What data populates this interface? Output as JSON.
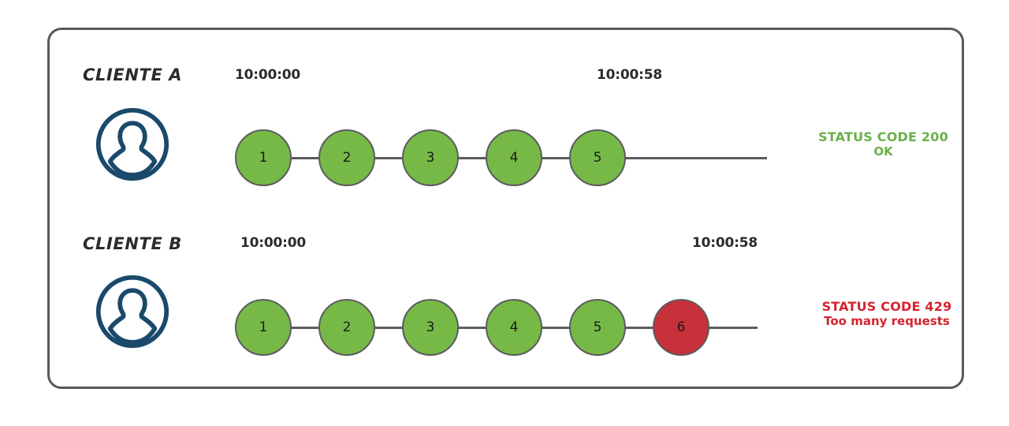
{
  "diagram": {
    "title_present": false,
    "colors": {
      "node_ok": "#76b947",
      "node_error": "#c8303a",
      "node_stroke": "#5c5c5e",
      "frame": "#59595b",
      "avatar": "#1a4a6b",
      "status_ok_text": "#6ab04c",
      "status_error_text": "#d3242f",
      "label_text": "#2b2b2b"
    },
    "rows": [
      {
        "id": "client-a",
        "label": "CLIENTE A",
        "avatar_icon": "user-avatar-icon",
        "timestamp_start": "10:00:00",
        "timestamp_end": "10:00:58",
        "nodes": [
          {
            "number": "1",
            "state": "ok"
          },
          {
            "number": "2",
            "state": "ok"
          },
          {
            "number": "3",
            "state": "ok"
          },
          {
            "number": "4",
            "state": "ok"
          },
          {
            "number": "5",
            "state": "ok"
          }
        ],
        "status": {
          "state": "ok",
          "line1": "STATUS CODE 200",
          "line2": "OK"
        }
      },
      {
        "id": "client-b",
        "label": "CLIENTE B",
        "avatar_icon": "user-avatar-icon",
        "timestamp_start": "10:00:00",
        "timestamp_end": "10:00:58",
        "nodes": [
          {
            "number": "1",
            "state": "ok"
          },
          {
            "number": "2",
            "state": "ok"
          },
          {
            "number": "3",
            "state": "ok"
          },
          {
            "number": "4",
            "state": "ok"
          },
          {
            "number": "5",
            "state": "ok"
          },
          {
            "number": "6",
            "state": "error"
          }
        ],
        "status": {
          "state": "error",
          "line1": "STATUS CODE 429",
          "line2": "Too many requests"
        }
      }
    ]
  }
}
